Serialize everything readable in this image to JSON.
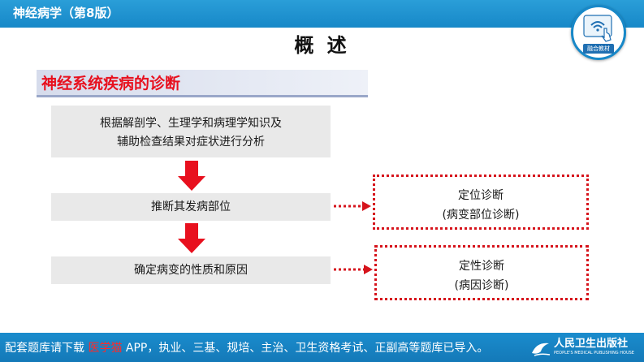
{
  "header": {
    "title": "神经病学（第8版）",
    "logo_text": "融合教材"
  },
  "page_title": "概 述",
  "section_heading": "神经系统疾病的诊断",
  "flow": {
    "step1_line1": "根据解剖学、生理学和病理学知识及",
    "step1_line2": "辅助检查结果对症状进行分析",
    "step2": "推断其发病部位",
    "step3": "确定病变的性质和原因"
  },
  "diagnosis": {
    "location_title": "定位诊断",
    "location_sub": "(病变部位诊断)",
    "nature_title": "定性诊断",
    "nature_sub": "(病因诊断)"
  },
  "footer": {
    "text_before": "配套题库请下载 ",
    "highlight": "医学猫",
    "text_after": " APP，执业、三基、规培、主治、卫生资格考试、正副高等题库已导入。",
    "publisher_cn": "人民卫生出版社",
    "publisher_en": "PEOPLE'S MEDICAL PUBLISHING HOUSE"
  },
  "colors": {
    "header_blue": "#1788c8",
    "heading_red": "#e8101e",
    "arrow_red": "#e8101e",
    "dotted_red": "#d6141c",
    "box_grey": "#e9e9e9"
  }
}
